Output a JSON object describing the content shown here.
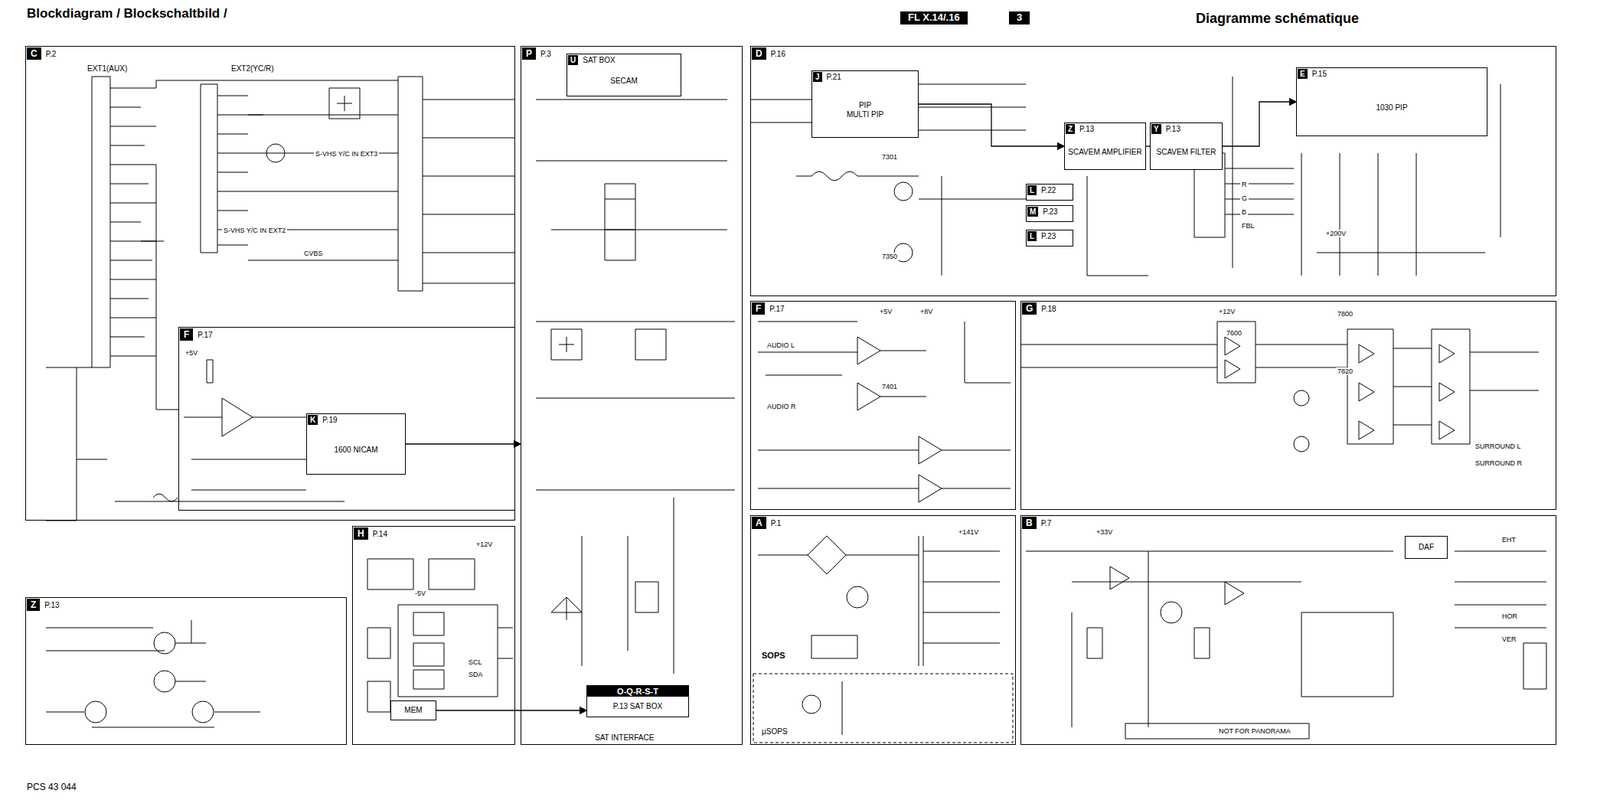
{
  "diagram": {
    "title": "Blockdiagram / Blockschaltbild /",
    "nodes": [
      {
        "text": [
          "C",
          "P.2"
        ]
      },
      {
        "text": [
          "F",
          "P.17"
        ],
        "in": 0
      },
      {
        "text": [
          "K",
          "P.19",
          "1600 NICAM"
        ],
        "in": 1
      },
      {
        "text": [
          "H",
          "P.14"
        ]
      },
      {
        "text": [
          "MEM"
        ],
        "in": 3
      },
      {
        "text": [
          "Z",
          "P.13"
        ]
      },
      {
        "text": [
          "P",
          "P.3"
        ]
      },
      {
        "text": [
          "U",
          "SAT BOX",
          "SECAM"
        ],
        "in": 6
      },
      {
        "text": [
          "O-Q-R-S-T",
          "P.13 SAT BOX"
        ],
        "in": 6
      },
      {
        "text": [
          "D",
          "P.16"
        ]
      },
      {
        "text": [
          "J",
          "P.21",
          "PIP",
          "MULTI PIP"
        ],
        "in": 9
      },
      {
        "text": [
          "Z",
          "P.13",
          "SCAVEM AMPLIFIER"
        ],
        "in": 9
      },
      {
        "text": [
          "Y",
          "P.13",
          "SCAVEM FILTER"
        ],
        "in": 9
      },
      {
        "text": [
          "L",
          "P.22"
        ],
        "in": 9
      },
      {
        "text": [
          "M",
          "P.23"
        ],
        "in": 9
      },
      {
        "text": [
          "L",
          "P.23"
        ],
        "in": 9
      },
      {
        "text": [
          "E",
          "P.15",
          "1030 PIP"
        ],
        "in": 9
      },
      {
        "text": [
          "F",
          "P.17"
        ]
      },
      {
        "text": [
          "G",
          "P.18"
        ]
      },
      {
        "text": [
          "A",
          "P.1"
        ]
      },
      {
        "text": [
          "B",
          "P.7"
        ]
      },
      {
        "text": [
          "DAF"
        ],
        "in": 20
      }
    ],
    "edges": [
      {
        "from": 11,
        "to": 12,
        "arrow": "none"
      },
      {
        "from": 12,
        "to": 16,
        "arrow": "to"
      },
      {
        "from": 2,
        "to": 6,
        "arrow": "to"
      },
      {
        "from": 4,
        "to": 8,
        "arrow": "to"
      },
      {
        "from": 10,
        "to": 11,
        "arrow": "to"
      }
    ],
    "labels": [
      "FL X.14/.16",
      "3",
      "Diagramme schématique",
      "PCS 43 044",
      "EXT1(AUX)",
      "EXT2(YC/R)",
      "S-VHS Y/C IN EXT2",
      "S-VHS Y/C IN EXT3",
      "SAT INTERFACE",
      "SOPS",
      "μSOPS",
      "NOT FOR PANORAMA",
      "SURROUND L",
      "SURROUND R",
      "+5V",
      "+8V",
      "+12V",
      "+33V",
      "+141V",
      "+200V",
      "-5V",
      "7600",
      "7800",
      "7820",
      "7301",
      "7350",
      "7401",
      "CVBS",
      "SCL",
      "SDA",
      "AUDIO L",
      "AUDIO R",
      "EHT",
      "HOR",
      "VER",
      "R",
      "G",
      "B",
      "FBL",
      "+5V",
      "+12V"
    ]
  }
}
